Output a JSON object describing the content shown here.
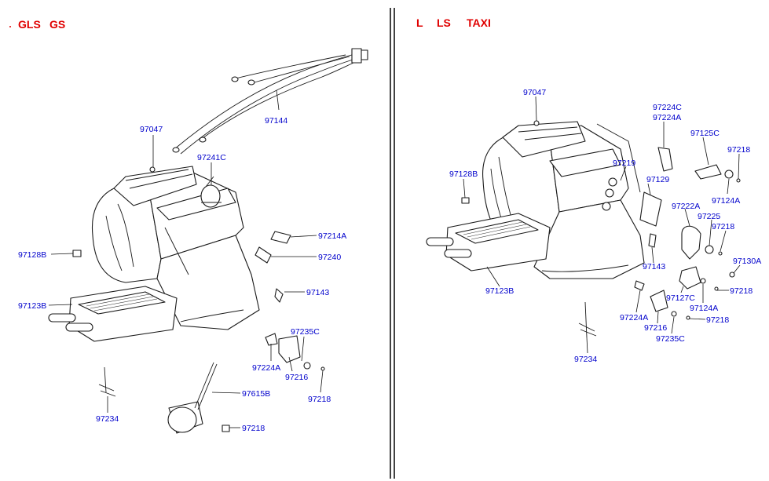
{
  "colors": {
    "variant_label": "#e00000",
    "part_label": "#0000cc",
    "drawing": "#111111"
  },
  "left_panel": {
    "variants": [
      "GLS",
      "GS"
    ],
    "parts": {
      "p97144": "97144",
      "p97047": "97047",
      "p97241C": "97241C",
      "p97214A": "97214A",
      "p97240": "97240",
      "p97128B": "97128B",
      "p97143": "97143",
      "p97123B": "97123B",
      "p97235C": "97235C",
      "p97224A": "97224A",
      "p97216": "97216",
      "p97218a": "97218",
      "p97615B": "97615B",
      "p97234": "97234",
      "p97218b": "97218"
    }
  },
  "right_panel": {
    "variants": [
      "L",
      "LS",
      "TAXI"
    ],
    "parts": {
      "p97047": "97047",
      "p97224C": "97224C",
      "p97224A_top": "97224A",
      "p97125C": "97125C",
      "p97218_top": "97218",
      "p97128B": "97128B",
      "p97219": "97219",
      "p97129": "97129",
      "p97124A_top": "97124A",
      "p97222A": "97222A",
      "p97225": "97225",
      "p97218_mid": "97218",
      "p97130A": "97130A",
      "p97143": "97143",
      "p97123B": "97123B",
      "p97127C": "97127C",
      "p97218_r": "97218",
      "p97124A_bot": "97124A",
      "p97224A_bot": "97224A",
      "p97216": "97216",
      "p97218_bot": "97218",
      "p97235C": "97235C",
      "p97234": "97234"
    }
  }
}
